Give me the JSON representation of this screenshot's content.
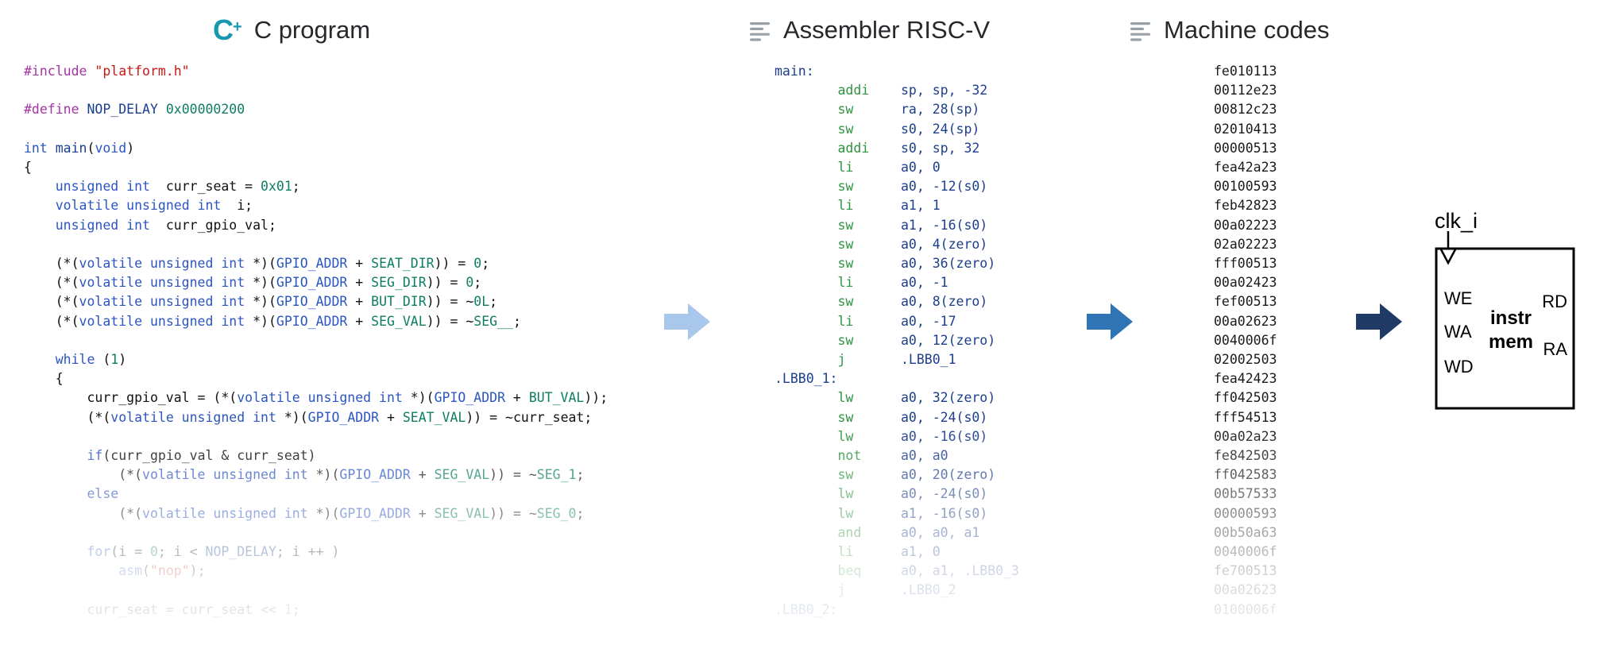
{
  "headers": {
    "c": {
      "title": "C program",
      "icon_main": "C",
      "icon_plus": "+"
    },
    "asm": {
      "title": "Assembler RISC-V"
    },
    "machine": {
      "title": "Machine codes"
    }
  },
  "colors": {
    "header_text": "#26282b",
    "c_icon": "#1699ae",
    "icon_gray": "#98a0a8",
    "keyword": "#2b55c0",
    "preprocessor": "#a433a6",
    "string": "#c41a16",
    "number": "#0e7d62",
    "macro": "#0e7d62",
    "macro_addr": "#2b55c0",
    "identifier_def": "#1b3f8f",
    "asm_mnemonic": "#2e9440",
    "asm_operand": "#1c3e8c",
    "asm_label": "#1c3e8c",
    "machine_code": "#1a1a1a"
  },
  "c_code": {
    "lines": [
      [
        [
          "pp",
          "#include "
        ],
        [
          "str",
          "\"platform.h\""
        ]
      ],
      [],
      [
        [
          "pp",
          "#define "
        ],
        [
          "name",
          "NOP_DELAY "
        ],
        [
          "num",
          "0x00000200"
        ]
      ],
      [],
      [
        [
          "kw",
          "int"
        ],
        [
          "",
          " "
        ],
        [
          "fn",
          "main"
        ],
        [
          "",
          "("
        ],
        [
          "kw",
          "void"
        ],
        [
          "",
          ")"
        ]
      ],
      [
        [
          "",
          "{"
        ]
      ],
      [
        [
          "",
          "    "
        ],
        [
          "kw",
          "unsigned int"
        ],
        [
          "",
          "  curr_seat = "
        ],
        [
          "num",
          "0x01"
        ],
        [
          "",
          ";"
        ]
      ],
      [
        [
          "",
          "    "
        ],
        [
          "kw",
          "volatile unsigned int"
        ],
        [
          "",
          "  i;"
        ]
      ],
      [
        [
          "",
          "    "
        ],
        [
          "kw",
          "unsigned int"
        ],
        [
          "",
          "  curr_gpio_val;"
        ]
      ],
      [],
      [
        [
          "",
          "    (*("
        ],
        [
          "kw",
          "volatile unsigned int"
        ],
        [
          "",
          " *)("
        ],
        [
          "mac1",
          "GPIO_ADDR"
        ],
        [
          "",
          " + "
        ],
        [
          "mac2",
          "SEAT_DIR"
        ],
        [
          "",
          ")) = "
        ],
        [
          "num",
          "0"
        ],
        [
          "",
          ";"
        ]
      ],
      [
        [
          "",
          "    (*("
        ],
        [
          "kw",
          "volatile unsigned int"
        ],
        [
          "",
          " *)("
        ],
        [
          "mac1",
          "GPIO_ADDR"
        ],
        [
          "",
          " + "
        ],
        [
          "mac2",
          "SEG_DIR"
        ],
        [
          "",
          ")) = "
        ],
        [
          "num",
          "0"
        ],
        [
          "",
          ";"
        ]
      ],
      [
        [
          "",
          "    (*("
        ],
        [
          "kw",
          "volatile unsigned int"
        ],
        [
          "",
          " *)("
        ],
        [
          "mac1",
          "GPIO_ADDR"
        ],
        [
          "",
          " + "
        ],
        [
          "mac2",
          "BUT_DIR"
        ],
        [
          "",
          ")) = ~"
        ],
        [
          "num",
          "0L"
        ],
        [
          "",
          ";"
        ]
      ],
      [
        [
          "",
          "    (*("
        ],
        [
          "kw",
          "volatile unsigned int"
        ],
        [
          "",
          " *)("
        ],
        [
          "mac1",
          "GPIO_ADDR"
        ],
        [
          "",
          " + "
        ],
        [
          "mac2",
          "SEG_VAL"
        ],
        [
          "",
          ")) = ~"
        ],
        [
          "mac2",
          "SEG__"
        ],
        [
          "",
          ";"
        ]
      ],
      [],
      [
        [
          "",
          "    "
        ],
        [
          "kw",
          "while"
        ],
        [
          "",
          " ("
        ],
        [
          "num",
          "1"
        ],
        [
          "",
          ")"
        ]
      ],
      [
        [
          "",
          "    {"
        ]
      ],
      [
        [
          "",
          "        curr_gpio_val = (*("
        ],
        [
          "kw",
          "volatile unsigned int"
        ],
        [
          "",
          " *)("
        ],
        [
          "mac1",
          "GPIO_ADDR"
        ],
        [
          "",
          " + "
        ],
        [
          "mac2",
          "BUT_VAL"
        ],
        [
          "",
          "));"
        ]
      ],
      [
        [
          "",
          "        (*("
        ],
        [
          "kw",
          "volatile unsigned int"
        ],
        [
          "",
          " *)("
        ],
        [
          "mac1",
          "GPIO_ADDR"
        ],
        [
          "",
          " + "
        ],
        [
          "mac2",
          "SEAT_VAL"
        ],
        [
          "",
          ")) = ~curr_seat;"
        ]
      ],
      [],
      [
        [
          "",
          "        "
        ],
        [
          "kw",
          "if"
        ],
        [
          "",
          "(curr_gpio_val & curr_seat)"
        ]
      ],
      [
        [
          "",
          "            (*("
        ],
        [
          "kw",
          "volatile unsigned int"
        ],
        [
          "",
          " *)("
        ],
        [
          "mac1",
          "GPIO_ADDR"
        ],
        [
          "",
          " + "
        ],
        [
          "mac2",
          "SEG_VAL"
        ],
        [
          "",
          ")) = ~"
        ],
        [
          "mac2",
          "SEG_1"
        ],
        [
          "",
          ";"
        ]
      ],
      [
        [
          "",
          "        "
        ],
        [
          "kw",
          "else"
        ]
      ],
      [
        [
          "",
          "            (*("
        ],
        [
          "kw",
          "volatile unsigned int"
        ],
        [
          "",
          " *)("
        ],
        [
          "mac1",
          "GPIO_ADDR"
        ],
        [
          "",
          " + "
        ],
        [
          "mac2",
          "SEG_VAL"
        ],
        [
          "",
          ")) = ~"
        ],
        [
          "mac2",
          "SEG_0"
        ],
        [
          "",
          ";"
        ]
      ],
      [],
      [
        [
          "",
          "        "
        ],
        [
          "kw",
          "for"
        ],
        [
          "",
          "(i = "
        ],
        [
          "num",
          "0"
        ],
        [
          "",
          "; i < "
        ],
        [
          "name",
          "NOP_DELAY"
        ],
        [
          "",
          "; i ++ )"
        ]
      ],
      [
        [
          "",
          "            "
        ],
        [
          "kw",
          "asm"
        ],
        [
          "",
          "("
        ],
        [
          "str",
          "\"nop\""
        ],
        [
          "",
          ");"
        ]
      ],
      [],
      [
        [
          "",
          "        curr_seat = curr_seat << "
        ],
        [
          "num",
          "1"
        ],
        [
          "",
          ";"
        ]
      ]
    ]
  },
  "asm_code": {
    "indent": "        ",
    "mnemonic_pad": 8,
    "lines": [
      {
        "label": "main:"
      },
      {
        "m": "addi",
        "ops": "sp, sp, -32"
      },
      {
        "m": "sw",
        "ops": "ra, 28(sp)"
      },
      {
        "m": "sw",
        "ops": "s0, 24(sp)"
      },
      {
        "m": "addi",
        "ops": "s0, sp, 32"
      },
      {
        "m": "li",
        "ops": "a0, 0"
      },
      {
        "m": "sw",
        "ops": "a0, -12(s0)"
      },
      {
        "m": "li",
        "ops": "a1, 1"
      },
      {
        "m": "sw",
        "ops": "a1, -16(s0)"
      },
      {
        "m": "sw",
        "ops": "a0, 4(zero)"
      },
      {
        "m": "sw",
        "ops": "a0, 36(zero)"
      },
      {
        "m": "li",
        "ops": "a0, -1"
      },
      {
        "m": "sw",
        "ops": "a0, 8(zero)"
      },
      {
        "m": "li",
        "ops": "a0, -17"
      },
      {
        "m": "sw",
        "ops": "a0, 12(zero)"
      },
      {
        "m": "j",
        "ops": ".LBB0_1"
      },
      {
        "label": ".LBB0_1:"
      },
      {
        "m": "lw",
        "ops": "a0, 32(zero)"
      },
      {
        "m": "sw",
        "ops": "a0, -24(s0)"
      },
      {
        "m": "lw",
        "ops": "a0, -16(s0)"
      },
      {
        "m": "not",
        "ops": "a0, a0"
      },
      {
        "m": "sw",
        "ops": "a0, 20(zero)"
      },
      {
        "m": "lw",
        "ops": "a0, -24(s0)"
      },
      {
        "m": "lw",
        "ops": "a1, -16(s0)"
      },
      {
        "m": "and",
        "ops": "a0, a0, a1"
      },
      {
        "m": "li",
        "ops": "a1, 0"
      },
      {
        "m": "beq",
        "ops": "a0, a1, .LBB0_3"
      },
      {
        "m": "j",
        "ops": ".LBB0_2"
      },
      {
        "label": ".LBB0_2:"
      }
    ]
  },
  "machine_codes": [
    "fe010113",
    "00112e23",
    "00812c23",
    "02010413",
    "00000513",
    "fea42a23",
    "00100593",
    "feb42823",
    "00a02223",
    "02a02223",
    "fff00513",
    "00a02423",
    "fef00513",
    "00a02623",
    "0040006f",
    "02002503",
    "fea42423",
    "ff042503",
    "fff54513",
    "00a02a23",
    "fe842503",
    "ff042583",
    "00b57533",
    "00000593",
    "00b50a63",
    "0040006f",
    "fe700513",
    "00a02623",
    "0100006f"
  ],
  "arrows": [
    {
      "name": "c-to-assembler",
      "color": "#a9c7ea"
    },
    {
      "name": "assembler-to-machine",
      "color": "#2f74b5"
    },
    {
      "name": "machine-to-memory",
      "color": "#203a66"
    }
  ],
  "diagram": {
    "clk": "clk_i",
    "left_ports": [
      "WE",
      "WA",
      "WD"
    ],
    "right_ports": [
      "RD",
      "RA"
    ],
    "name_lines": [
      "instr",
      "mem"
    ]
  }
}
